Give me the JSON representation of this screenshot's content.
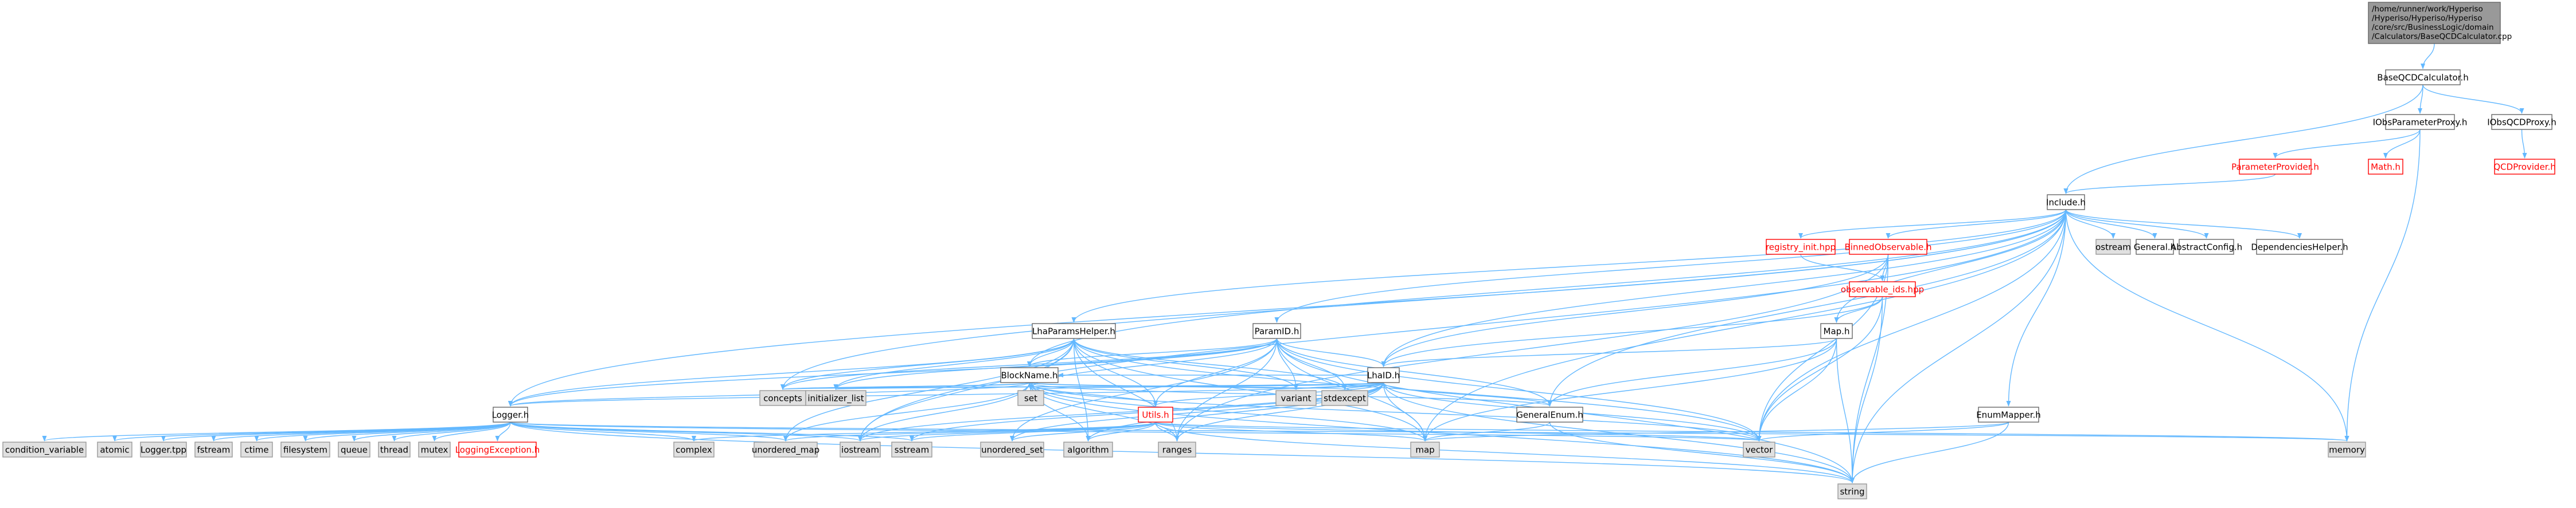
{
  "diagram": {
    "root_lines": [
      "/home/runner/work/Hyperiso",
      "/Hyperiso/Hyperiso/Hyperiso",
      "/core/src/BusinessLogic/domain",
      "/Calculators/BaseQCDCalculator.cpp"
    ],
    "nodes": {
      "root": "/home/runner/work/Hyperiso/Hyperiso/Hyperiso/Hyperiso/core/src/BusinessLogic/domain/Calculators/BaseQCDCalculator.cpp",
      "baseqcd": "BaseQCDCalculator.h",
      "iobsparam": "IObsParameterProxy.h",
      "iobsqcd": "IObsQCDProxy.h",
      "paramprov": "ParameterProvider.h",
      "math": "Math.h",
      "qcdprov": "QCDProvider.h",
      "include": "Include.h",
      "registry": "registry_init.hpp",
      "binned": "BinnedObservable.h",
      "ostream": "ostream",
      "general": "General.h",
      "abstractconfig": "AbstractConfig.h",
      "dependencies": "DependenciesHelper.h",
      "observable_ids": "observable_ids.hpp",
      "maph": "Map.h",
      "lhaparams": "LhaParamsHelper.h",
      "paramid": "ParamID.h",
      "lhaid": "LhaID.h",
      "blockname": "BlockName.h",
      "enummapper": "EnumMapper.h",
      "utils": "Utils.h",
      "generalenum": "GeneralEnum.h",
      "logger": "Logger.h",
      "concepts": "concepts",
      "initializer_list": "initializer_list",
      "set": "set",
      "variant": "variant",
      "stdexcept": "stdexcept",
      "condition_variable": "condition_variable",
      "atomic": "atomic",
      "loggertpp": "Logger.tpp",
      "fstream": "fstream",
      "ctime": "ctime",
      "filesystem": "filesystem",
      "queue": "queue",
      "thread": "thread",
      "mutex": "mutex",
      "loggingexception": "LoggingException.h",
      "complex": "complex",
      "unordered_map": "unordered_map",
      "iostream": "iostream",
      "sstream": "sstream",
      "unordered_set": "unordered_set",
      "algorithm": "algorithm",
      "ranges": "ranges",
      "map": "map",
      "vector": "vector",
      "memory": "memory",
      "string": "string"
    }
  }
}
